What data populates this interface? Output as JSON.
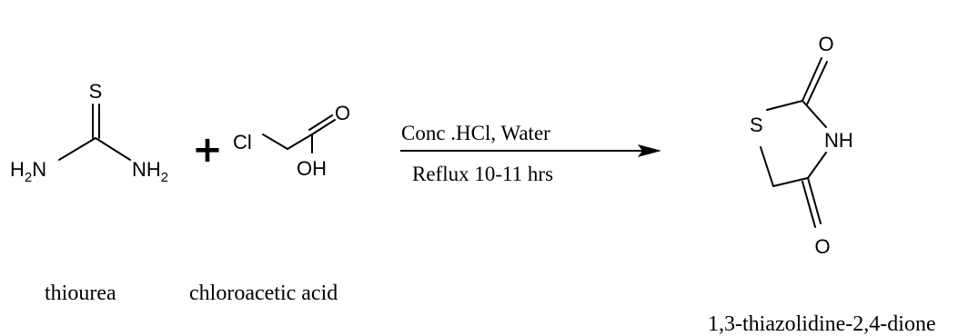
{
  "reactants": [
    {
      "name": "thiourea",
      "atoms": {
        "s": "S",
        "n_left": "H",
        "n_left_sub": "2",
        "n_left_tail": "N",
        "n_right": "NH",
        "n_right_sub": "2"
      }
    },
    {
      "name": "chloroacetic acid",
      "atoms": {
        "cl": "Cl",
        "o": "O",
        "oh": "OH"
      }
    }
  ],
  "plus": "+",
  "conditions": {
    "above": "Conc .HCl, Water",
    "below": "Reflux 10-11 hrs"
  },
  "product": {
    "name": "1,3-thiazolidine-2,4-dione",
    "atoms": {
      "s": "S",
      "nh": "NH",
      "o_top": "O",
      "o_bottom": "O"
    }
  }
}
